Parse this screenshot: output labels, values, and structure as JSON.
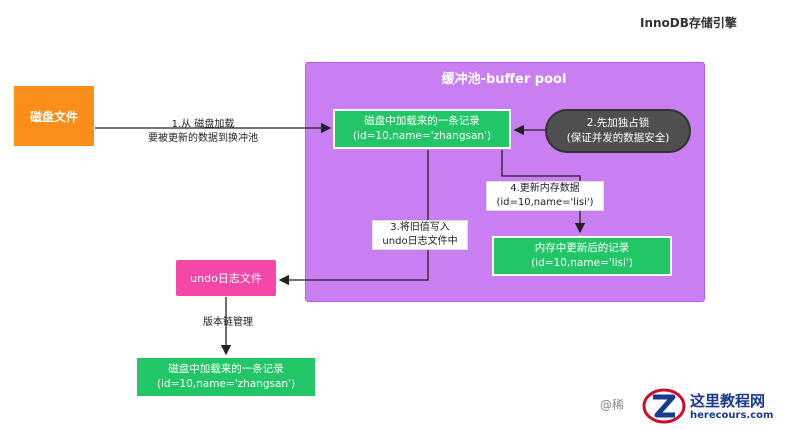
{
  "title": "InnoDB存储引擎",
  "pool": {
    "title": "缓冲池-buffer pool"
  },
  "disk": {
    "label": "磁盘文件"
  },
  "step1": {
    "line1": "1.从 磁盘加载",
    "line2": "要被更新的数据到换冲池"
  },
  "record_loaded": {
    "line1": "磁盘中加载来的一条记录",
    "line2": "(id=10,name='zhangsan')"
  },
  "lock": {
    "line1": "2.先加独占锁",
    "line2": "(保证并发的数据安全)"
  },
  "step4": {
    "line1": "4.更新内存数据",
    "line2": "(id=10,name='lisi')"
  },
  "record_updated": {
    "line1": "内存中更新后的记录",
    "line2": "(id=10,name='lisi')"
  },
  "step3": {
    "line1": "3.将旧值写入",
    "line2": "undo日志文件中"
  },
  "undo": {
    "label": "undo日志文件"
  },
  "version": {
    "label": "版本链管理"
  },
  "record_undo": {
    "line1": "磁盘中加载来的一条记录",
    "line2": "(id=10,name='zhangsan')"
  },
  "watermark": {
    "text": "@稀"
  },
  "logo": {
    "name": "这里教程网",
    "url": "herecours.com"
  },
  "colors": {
    "pool": "#c97ff2",
    "green": "#23c667",
    "orange": "#fb8d1b",
    "pink": "#f447a8",
    "lock": "#4f4f4f"
  }
}
